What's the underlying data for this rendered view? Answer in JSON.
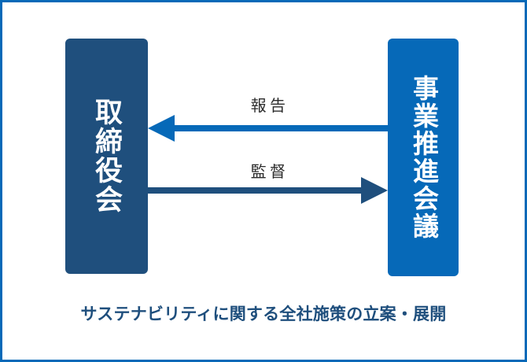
{
  "figure": {
    "border_color": "#0669B8",
    "background": "#ffffff"
  },
  "nodes": [
    {
      "id": "board",
      "label": "取締役会",
      "color": "#1F4F7D",
      "text_color": "#ffffff",
      "orientation": "vertical"
    },
    {
      "id": "council",
      "label": "事業推進会議",
      "color": "#0669B8",
      "text_color": "#ffffff",
      "orientation": "vertical"
    }
  ],
  "arrows": [
    {
      "id": "report",
      "label": "報告",
      "from": "事業推進会議",
      "to": "取締役会",
      "direction": "left",
      "color": "#0669B8",
      "label_color": "#2b2b2b"
    },
    {
      "id": "supervise",
      "label": "監督",
      "from": "取締役会",
      "to": "事業推進会議",
      "direction": "right",
      "color": "#1F4F7D",
      "label_color": "#2b2b2b"
    }
  ],
  "caption": {
    "text": "サステナビリティに関する全社施策の立案・展開",
    "color": "#1F4F7D"
  }
}
